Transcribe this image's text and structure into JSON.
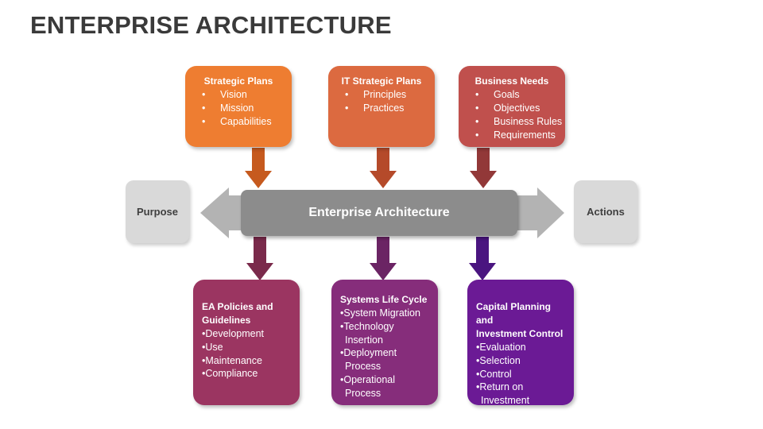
{
  "title": "ENTERPRISE ARCHITECTURE",
  "center": "Enterprise Architecture",
  "left_label": "Purpose",
  "right_label": "Actions",
  "top_boxes": [
    {
      "heading": "Strategic Plans",
      "items": [
        "Vision",
        "Mission",
        "Capabilities"
      ],
      "color": "#ee7d31"
    },
    {
      "heading": "IT Strategic Plans",
      "items": [
        "Principles",
        "Practices"
      ],
      "color": "#dc6a40"
    },
    {
      "heading": "Business Needs",
      "items": [
        "Goals",
        "Objectives",
        "Business Rules",
        "Requirements"
      ],
      "color": "#c0504d"
    }
  ],
  "bottom_boxes": [
    {
      "heading_lines": [
        "EA Policies and",
        "Guidelines"
      ],
      "items": [
        "•Development",
        "•Use",
        "•Maintenance",
        "•Compliance"
      ],
      "color": "#9b3561"
    },
    {
      "heading_lines": [
        "Systems Life Cycle"
      ],
      "items": [
        "•System Migration",
        "•Technology Insertion",
        "•Deployment Process",
        "•Operational Process"
      ],
      "color": "#862d7b"
    },
    {
      "heading_lines": [
        "Capital Planning and",
        "Investment Control"
      ],
      "items": [
        "•Evaluation",
        "•Selection",
        "•Control",
        "•Return on Investment"
      ],
      "color": "#6b1a95"
    }
  ],
  "bullet_char": "•"
}
